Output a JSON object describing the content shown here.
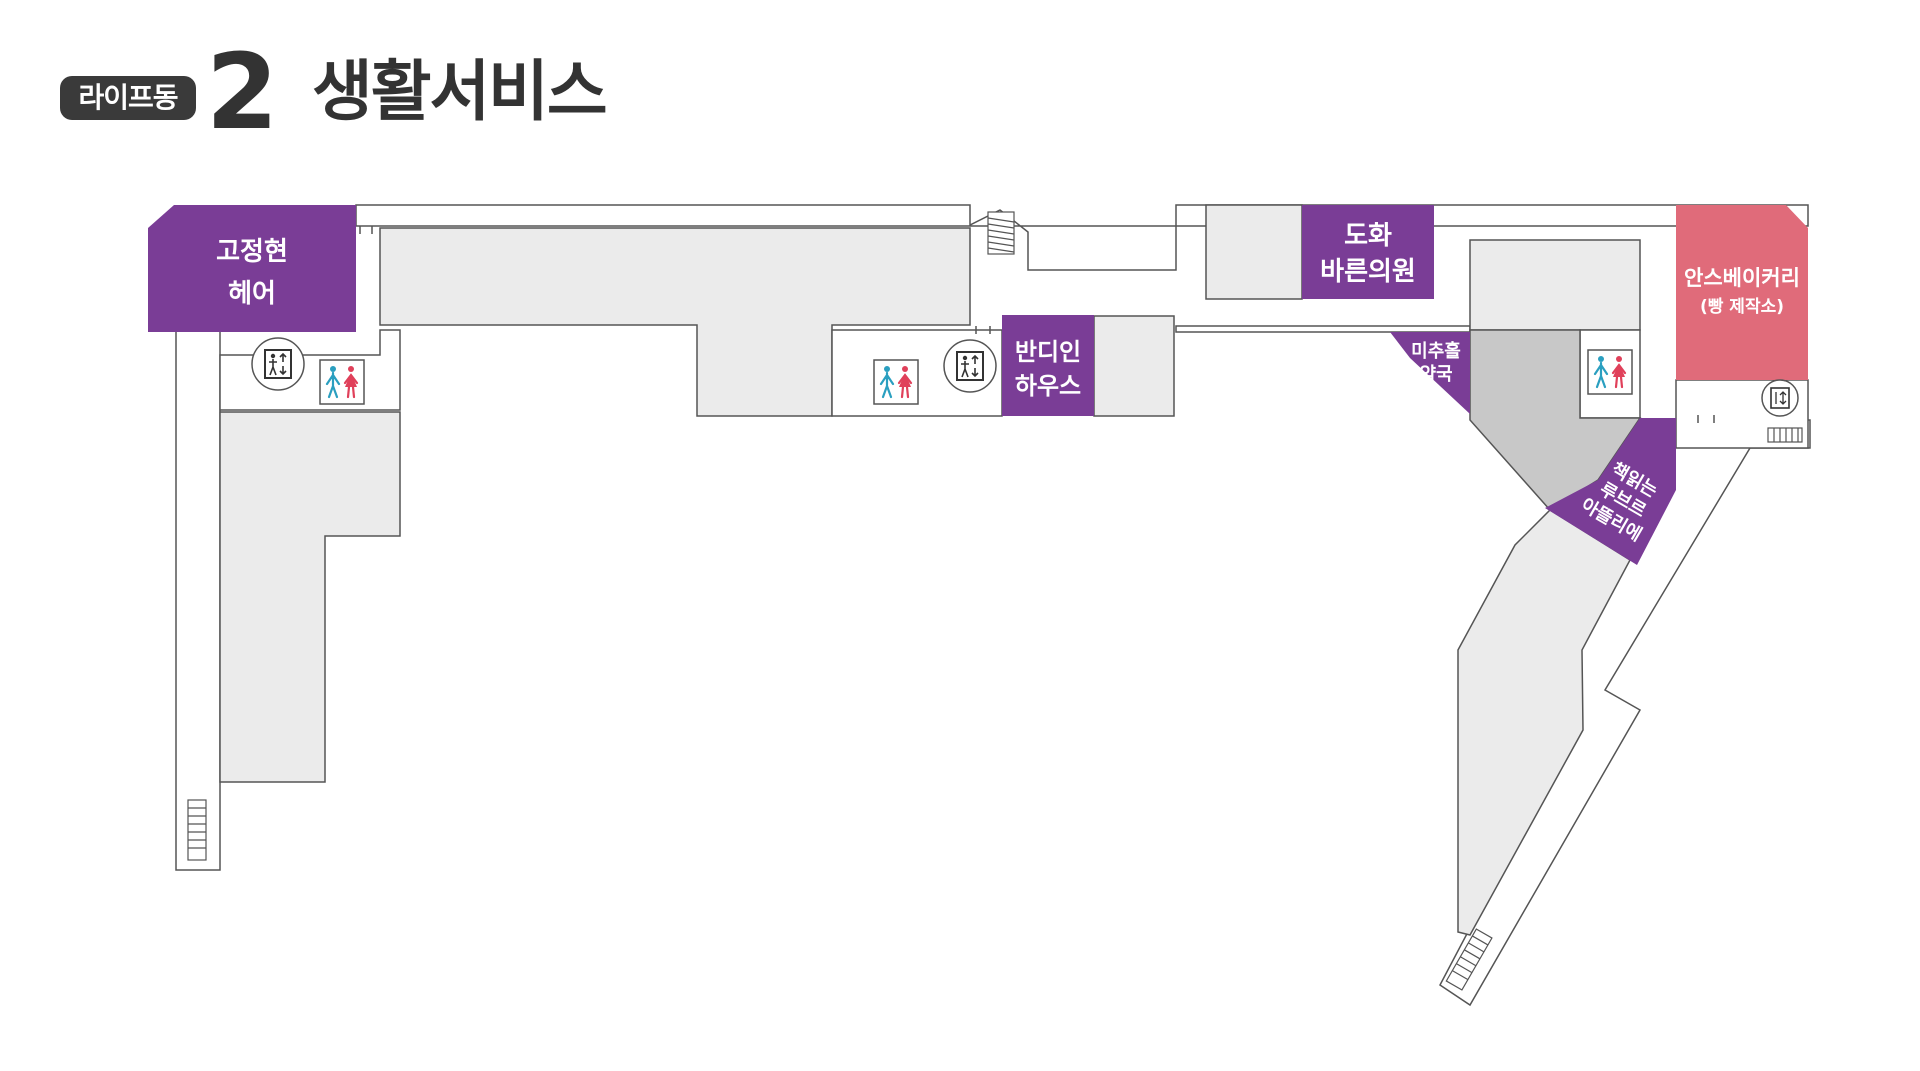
{
  "header": {
    "building": "라이프동",
    "floor": "2",
    "category": "생활서비스"
  },
  "colors": {
    "store_purple": "#7a3d96",
    "store_pink": "#e06b7a",
    "area_gray": "#ebebeb",
    "area_dark_gray": "#c8c8c8",
    "outline": "#555555",
    "male_icon": "#2a9fc0",
    "female_icon": "#e0405a"
  },
  "stores": {
    "gojunghyun_hair": {
      "line1": "고정현",
      "line2": "헤어"
    },
    "dohwa_clinic": {
      "line1": "도화",
      "line2": "바른의원"
    },
    "bandi_inhouse": {
      "line1": "반디인",
      "line2": "하우스"
    },
    "michuhol_pharmacy": {
      "line1": "미추홀",
      "line2": "약국"
    },
    "ans_bakery": {
      "line1": "안스베이커리",
      "line2": "(빵 제작소)"
    },
    "book_louvre_atelier": {
      "line1": "책읽는",
      "line2": "루브르",
      "line3": "아뜰리에"
    }
  },
  "icons": {
    "elevator": "elevator-icon",
    "restroom": "restroom-icon",
    "stairs": "stairs-icon",
    "escalator": "escalator-icon"
  }
}
